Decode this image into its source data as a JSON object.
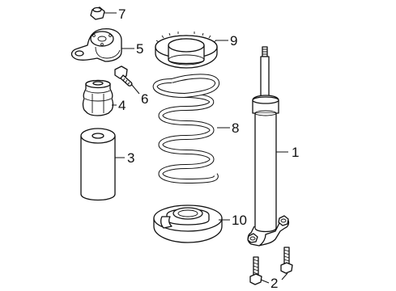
{
  "callouts": [
    {
      "id": "1",
      "part": "shock-absorber"
    },
    {
      "id": "2",
      "part": "mounting-bolt"
    },
    {
      "id": "3",
      "part": "dust-boot"
    },
    {
      "id": "4",
      "part": "bump-stop"
    },
    {
      "id": "5",
      "part": "upper-mount-bracket"
    },
    {
      "id": "6",
      "part": "bolt"
    },
    {
      "id": "7",
      "part": "nut"
    },
    {
      "id": "8",
      "part": "coil-spring"
    },
    {
      "id": "9",
      "part": "upper-spring-seat"
    },
    {
      "id": "10",
      "part": "lower-spring-seat"
    }
  ]
}
